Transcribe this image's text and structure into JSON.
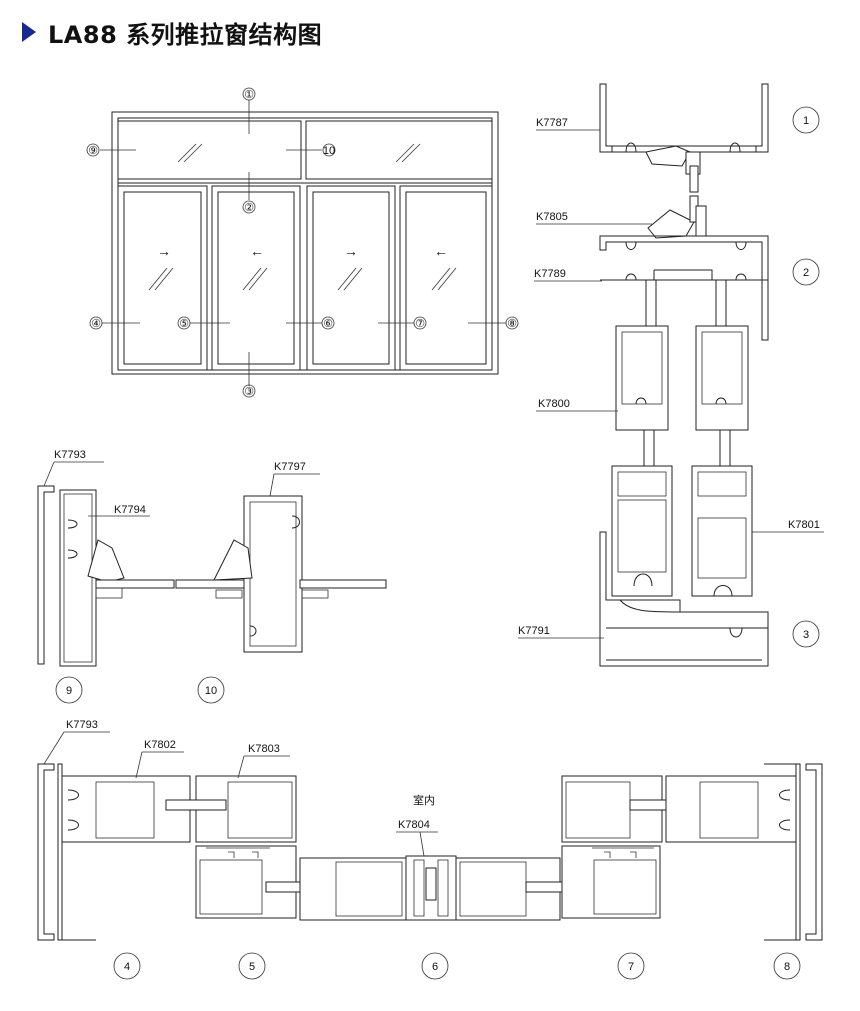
{
  "title": "LA88 系列推拉窗结构图",
  "window": {
    "markers": [
      "①",
      "②",
      "③",
      "④",
      "⑤",
      "⑥",
      "⑦",
      "⑧",
      "⑨",
      "10"
    ],
    "arrows": [
      "→",
      "←",
      "→",
      "←"
    ]
  },
  "labels": {
    "k7787": "K7787",
    "k7805": "K7805",
    "k7789": "K7789",
    "k7800": "K7800",
    "k7801": "K7801",
    "k7791": "K7791",
    "k7793a": "K7793",
    "k7794": "K7794",
    "k7797": "K7797",
    "k7793b": "K7793",
    "k7802": "K7802",
    "k7803": "K7803",
    "k7804": "K7804",
    "indoor": "室内"
  },
  "circles": {
    "right": [
      "1",
      "2",
      "3"
    ],
    "middle": [
      "9",
      "10"
    ],
    "bottom": [
      "4",
      "5",
      "6",
      "7",
      "8"
    ]
  }
}
